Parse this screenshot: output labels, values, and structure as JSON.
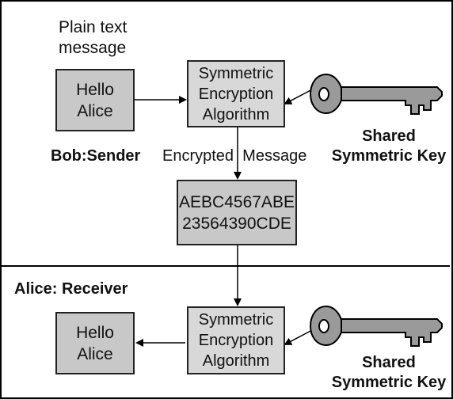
{
  "sender": {
    "plain_label_line1": "Plain text",
    "plain_label_line2": "message",
    "message_line1": "Hello",
    "message_line2": "Alice",
    "role": "Bob:Sender"
  },
  "encrypt": {
    "line1": "Symmetric",
    "line2": "Encryption",
    "line3": "Algorithm"
  },
  "encrypted_label": "Encrypted  Message",
  "cipher": {
    "line1": "AEBC4567ABE",
    "line2": "23564390CDE"
  },
  "key_top": {
    "line1": "Shared",
    "line2": "Symmetric Key"
  },
  "receiver": {
    "role": "Alice: Receiver",
    "message_line1": "Hello",
    "message_line2": "Alice"
  },
  "decrypt": {
    "line1": "Symmetric",
    "line2": "Encryption",
    "line3": "Algorithm"
  },
  "key_bottom": {
    "line1": "Shared",
    "line2": "Symmetric Key"
  },
  "colors": {
    "box_fill": "#c8c8c8",
    "line": "#000000"
  }
}
